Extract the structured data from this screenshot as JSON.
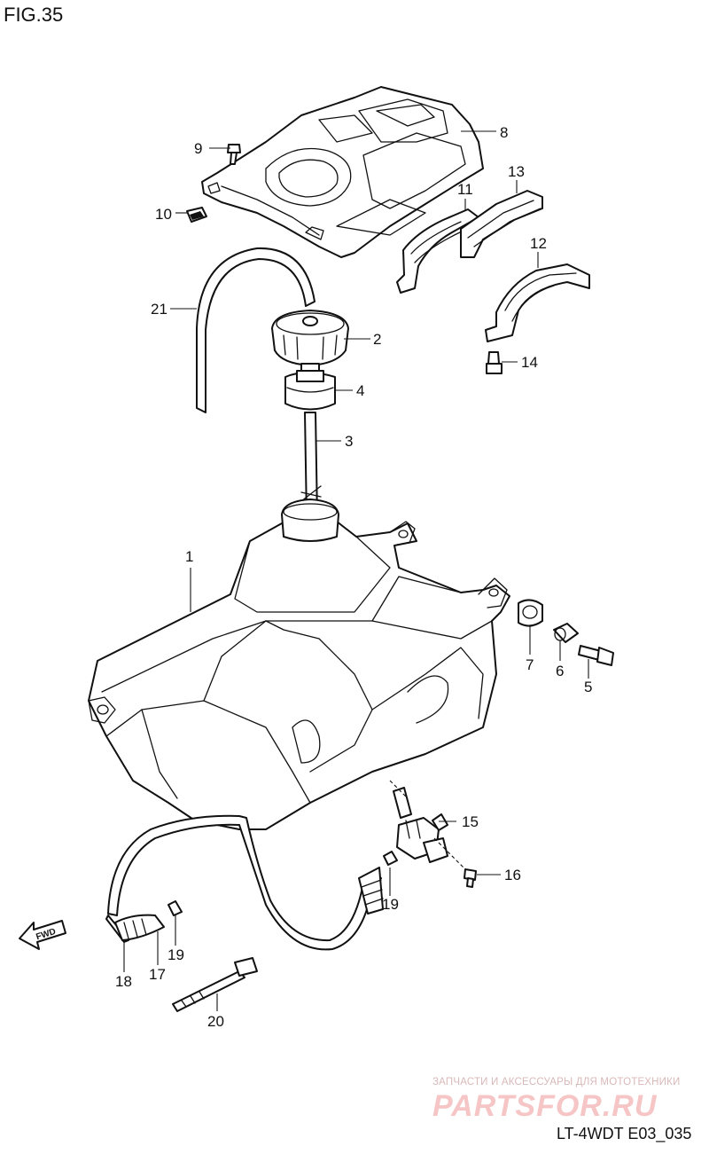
{
  "title": "FIG.35",
  "figure_code": "LT-4WDT E03_035",
  "watermark": {
    "tagline": "ЗАПЧАСТИ И АКСЕССУАРЫ ДЛЯ МОТОТЕХНИКИ",
    "brand": "PARTSFOR.RU"
  },
  "direction_arrow": {
    "label": "FWD",
    "icon": "fwd-arrow-icon"
  },
  "callouts": {
    "c1": "1",
    "c2": "2",
    "c3": "3",
    "c4": "4",
    "c5": "5",
    "c6": "6",
    "c7": "7",
    "c8": "8",
    "c9": "9",
    "c10": "10",
    "c11": "11",
    "c12": "12",
    "c13": "13",
    "c14": "14",
    "c15": "15",
    "c16": "16",
    "c17": "17",
    "c18": "18",
    "c19a": "19",
    "c19b": "19",
    "c20": "20",
    "c21": "21"
  }
}
